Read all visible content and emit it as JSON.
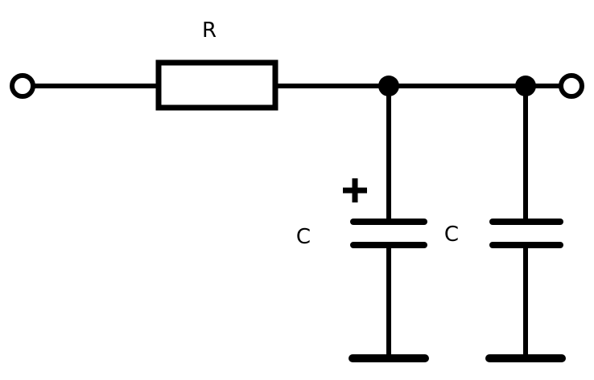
{
  "labels": {
    "resistor": "R",
    "capacitor_1": "C",
    "capacitor_2": "C",
    "polarity": "+"
  },
  "colors": {
    "line": "#000000",
    "background": "#ffffff"
  }
}
